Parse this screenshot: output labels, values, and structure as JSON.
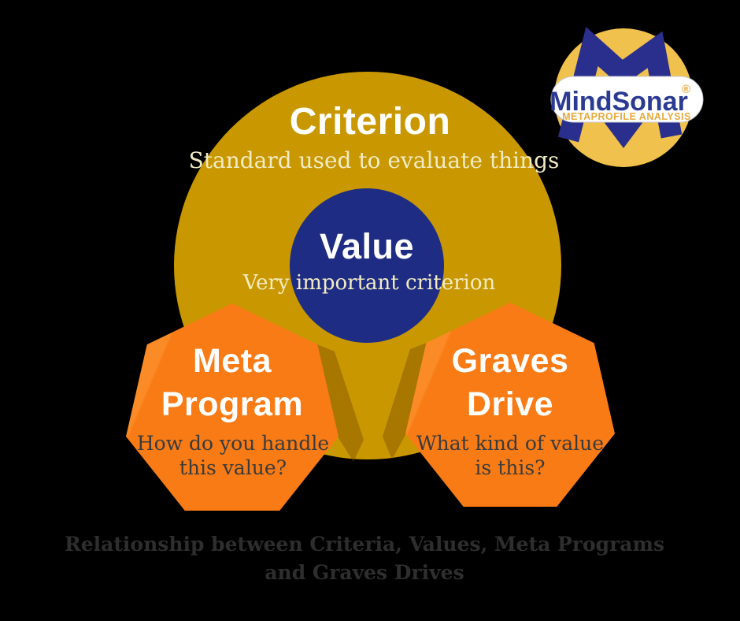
{
  "background_color": "#000000",
  "criterion": {
    "title": "Criterion",
    "subtitle": "Standard used to evaluate things",
    "circle_color": "#C99800",
    "title_color": "#FFFFFF",
    "subtitle_color": "#F2ECC4"
  },
  "value": {
    "title": "Value",
    "subtitle": "Very important criterion",
    "circle_color": "#1E2D83",
    "title_color": "#FFFFFF",
    "subtitle_color": "#F2ECC4"
  },
  "meta_program": {
    "title_line1": "Meta",
    "title_line2": "Program",
    "subtitle_line1": "How do you handle",
    "subtitle_line2": "this value?",
    "shape_color": "#F87B15",
    "shape_highlight_color": "#FB8B26",
    "title_color": "#FFFFFF",
    "subtitle_color": "#3B3B3B"
  },
  "graves_drive": {
    "title_line1": "Graves",
    "title_line2": "Drive",
    "subtitle_line1": "What kind of value",
    "subtitle_line2": "is this?",
    "shape_color": "#F87B15",
    "shape_highlight_color": "#FB8B26",
    "title_color": "#FFFFFF",
    "subtitle_color": "#3B3B3B"
  },
  "logo": {
    "brand": "MindSonar",
    "registered_mark": "®",
    "tagline": "METAPROFILE ANALYSIS",
    "badge_color": "#F0C14C",
    "monogram_color": "#2A2F8D",
    "pill_color": "#FFFFFF",
    "brand_color": "#2B3A92",
    "tagline_color": "#E8A93C"
  },
  "caption": {
    "line1": "Relationship between Criteria, Values, Meta Programs",
    "line2": "and Graves Drives",
    "color": "#2F2E2E"
  }
}
